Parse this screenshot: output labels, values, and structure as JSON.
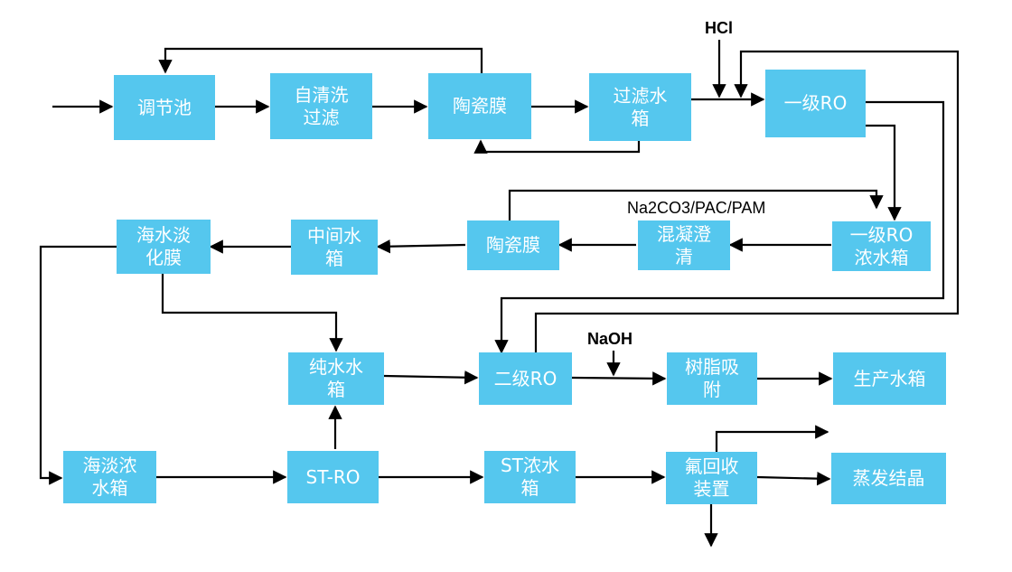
{
  "colors": {
    "box_fill": "#55c7ee",
    "box_text": "#ffffff",
    "line": "#000000"
  },
  "boxes": {
    "tiaojiechi": "调节池",
    "ziqingxi": "自清洗\n过滤",
    "taocimo1": "陶瓷膜",
    "guolvshuixiang": "过滤水\n箱",
    "yijiro": "一级RO",
    "yijiro_nongshuixiang": "一级RO\n浓水箱",
    "hunning": "混凝澄\n清",
    "taocimo2": "陶瓷膜",
    "zhongjianshuixiang": "中间水\n箱",
    "haishuidanhuamo": "海水淡\n化膜",
    "chunshuishuixiang": "纯水水\n箱",
    "erjiro": "二级RO",
    "shuzhixifu": "树脂吸\n附",
    "shengchanshuixiang": "生产水箱",
    "haidannongshuixiang": "海淡浓\n水箱",
    "stro": "ST-RO",
    "stnongshuixiang": "ST浓水\n箱",
    "anhuishou": "氟回收\n装置",
    "zhengfajiejing": "蒸发结晶"
  },
  "labels": {
    "hcl": "HCl",
    "reagents": "Na2CO3/PAC/PAM",
    "naoh": "NaOH"
  }
}
